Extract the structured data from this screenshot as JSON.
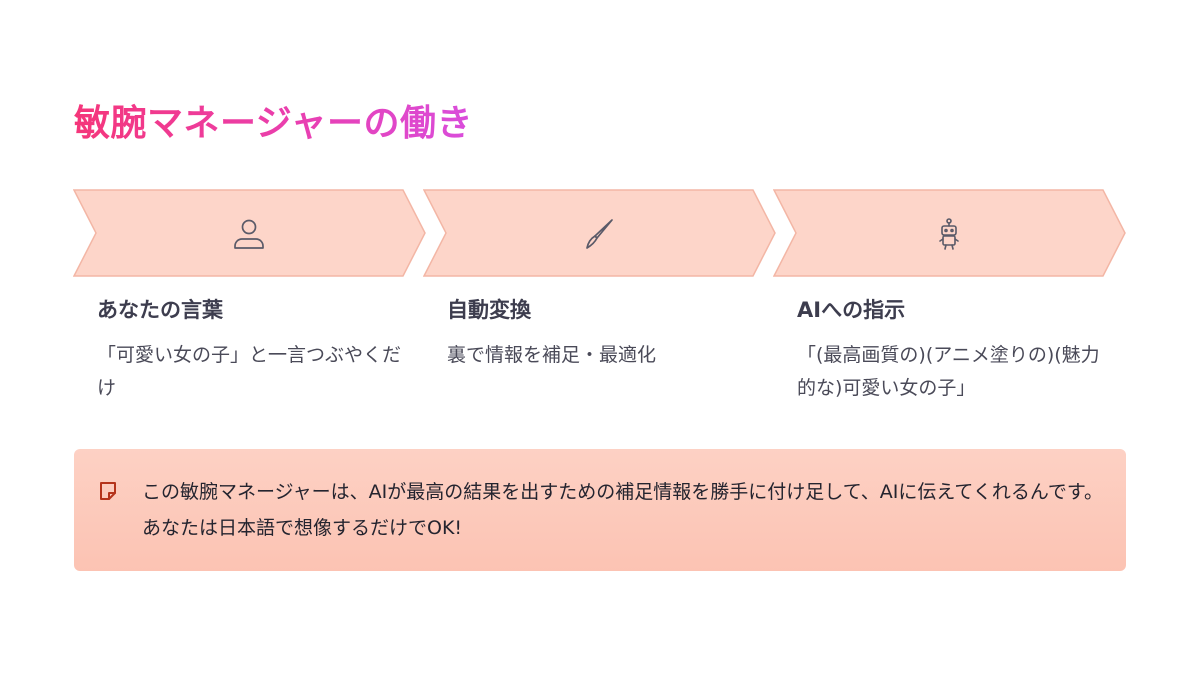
{
  "title": "敏腕マネージャーの働き",
  "colors": {
    "title_start": "#f5367a",
    "title_end": "#d94ddc",
    "chevron_fill": "#fdd5c9",
    "chevron_stroke": "#f3b6a5",
    "note_bg": "#fcc8b8",
    "note_icon": "#b5341c"
  },
  "steps": [
    {
      "icon": "person-icon",
      "heading": "あなたの言葉",
      "description": "「可愛い女の子」と一言つぶやくだけ"
    },
    {
      "icon": "brush-icon",
      "heading": "自動変換",
      "description": "裏で情報を補足・最適化"
    },
    {
      "icon": "robot-icon",
      "heading": "AIへの指示",
      "description": "「(最高画質の)(アニメ塗りの)(魅力的な)可愛い女の子」"
    }
  ],
  "note": {
    "icon": "sticky-note-icon",
    "text": "この敏腕マネージャーは、AIが最高の結果を出すための補足情報を勝手に付け足して、AIに伝えてくれるんです。あなたは日本語で想像するだけでOK!"
  }
}
